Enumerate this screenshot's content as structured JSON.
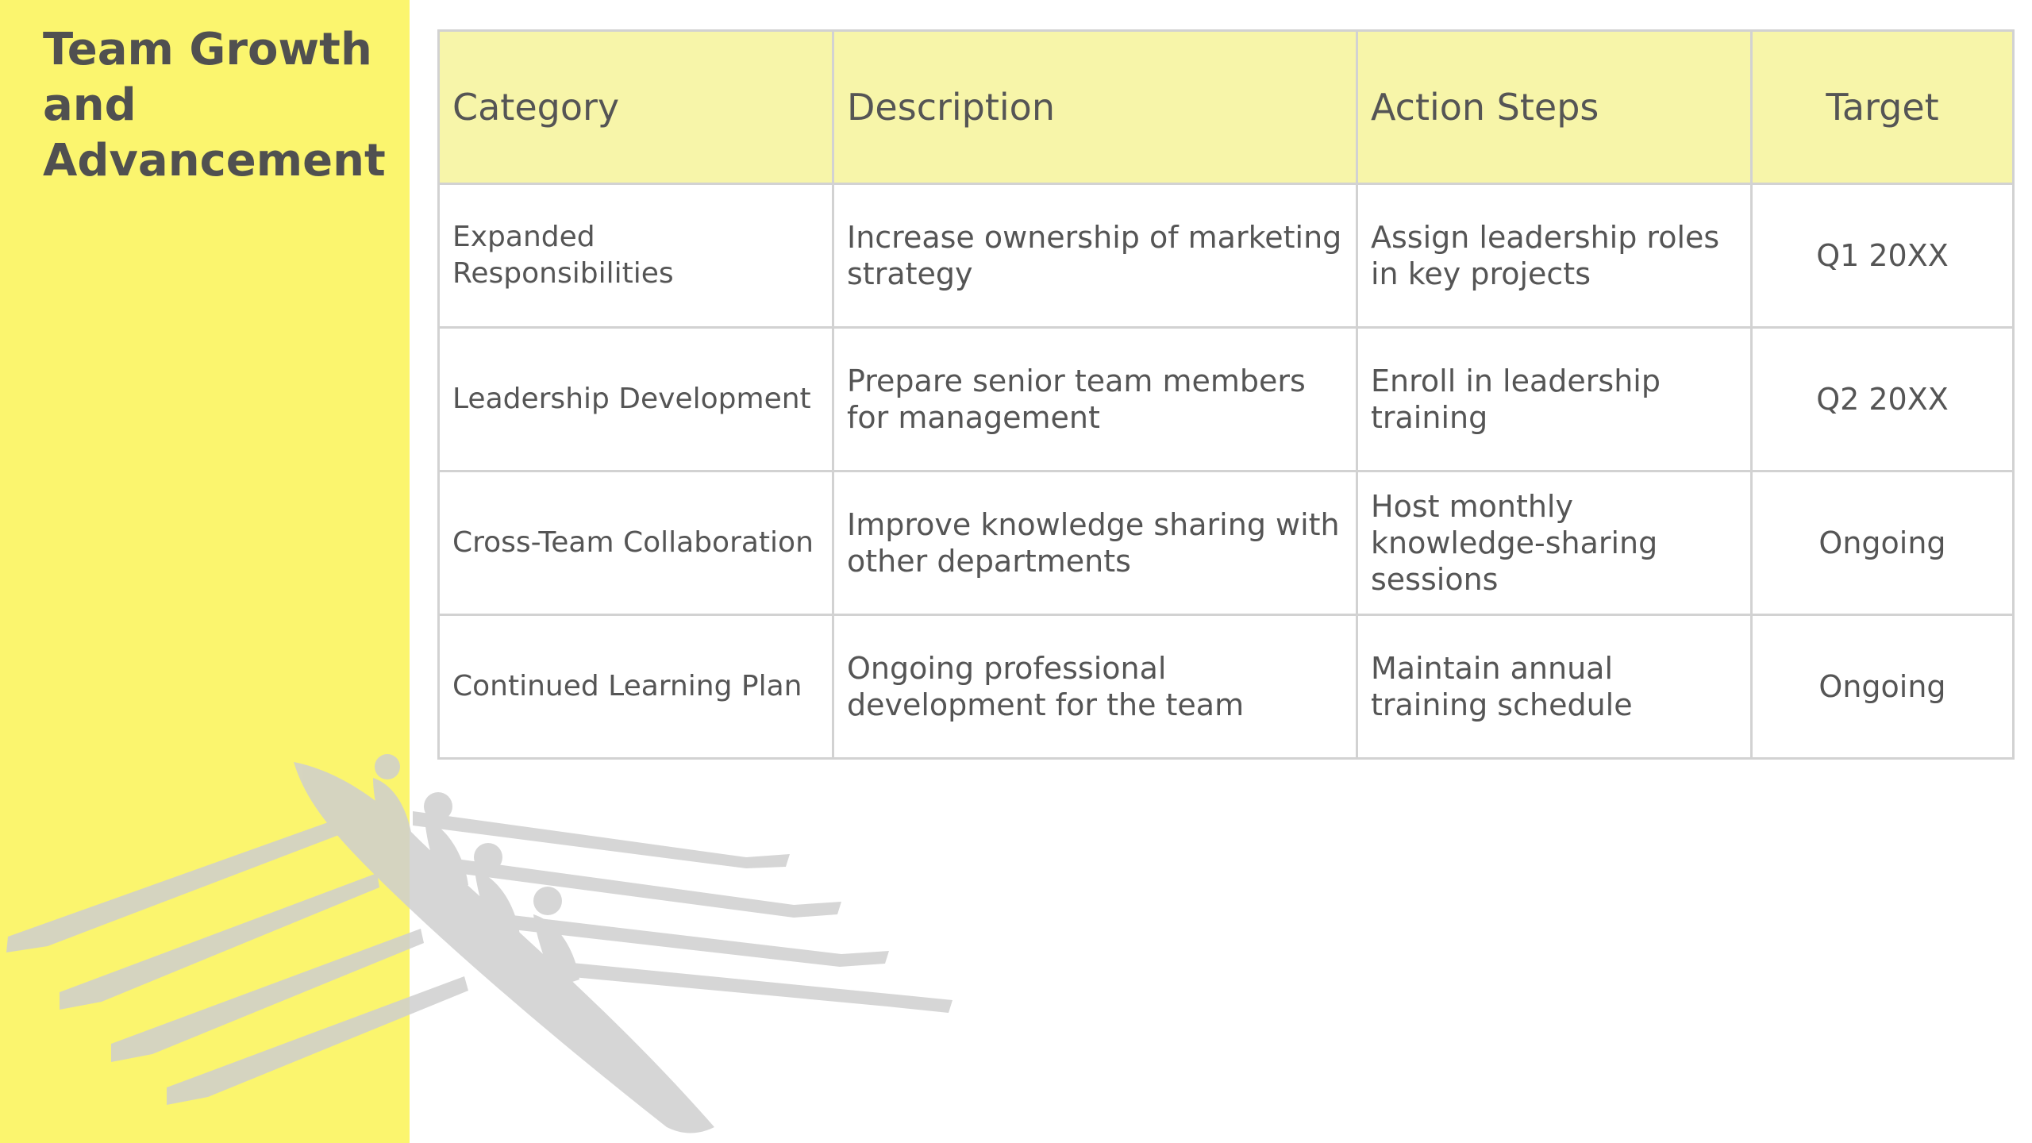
{
  "slide": {
    "title": "Team Growth\nand\nAdvancement",
    "accent_color": "#fbf56e",
    "header_fill": "#f7f5a9",
    "text_color": "#555555",
    "decoration_icon": "rowing-team-silhouette-icon"
  },
  "table": {
    "headers": {
      "category": "Category",
      "description": "Description",
      "action_steps": "Action Steps",
      "target": "Target"
    },
    "rows": [
      {
        "category": "Expanded Responsibilities",
        "description": "Increase ownership of marketing strategy",
        "action_steps": "Assign leadership roles in key projects",
        "target": "Q1 20XX"
      },
      {
        "category": "Leadership Development",
        "description": "Prepare senior team members for management",
        "action_steps": "Enroll in leadership training",
        "target": "Q2 20XX"
      },
      {
        "category": "Cross-Team Collaboration",
        "description": "Improve knowledge sharing with other departments",
        "action_steps": "Host monthly knowledge-sharing sessions",
        "target": "Ongoing"
      },
      {
        "category": "Continued Learning Plan",
        "description": "Ongoing professional development for the team",
        "action_steps": "Maintain annual training schedule",
        "target": "Ongoing"
      }
    ]
  }
}
